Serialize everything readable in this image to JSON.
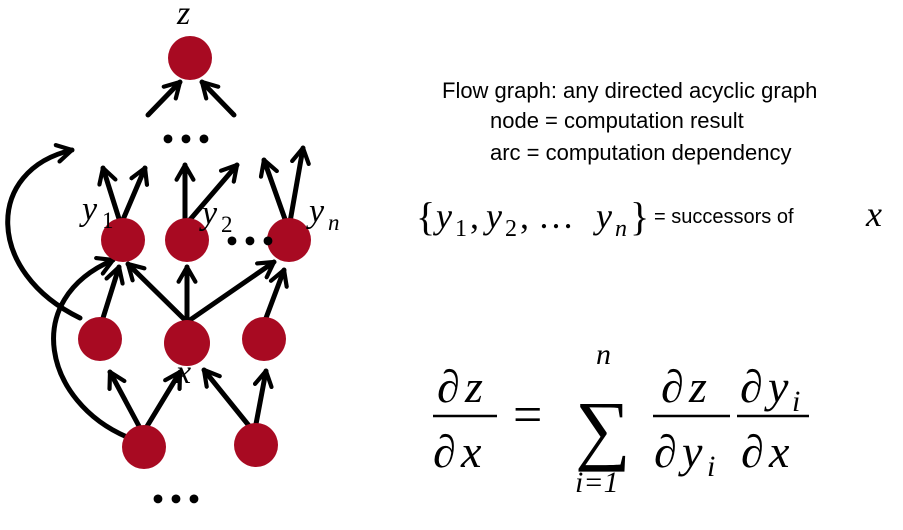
{
  "description": {
    "line1": "Flow graph: any directed acyclic graph",
    "line2": "node = computation result",
    "line3": "arc = computation dependency"
  },
  "successors": {
    "set_open": "{",
    "y1": "y",
    "y2": "y",
    "yn": "y",
    "sub1": "1",
    "sub2": "2",
    "subn": "n",
    "comma": ",",
    "ellipsis": "…",
    "set_close": "}",
    "text": "= successors of",
    "x": "x"
  },
  "formula": {
    "d": "∂",
    "z": "z",
    "x": "x",
    "y": "y",
    "i": "i",
    "equals": "=",
    "sum": "∑",
    "upper": "n",
    "lower": "i=1"
  },
  "graph_labels": {
    "top": "z",
    "y1": "y",
    "y1_sub": "1",
    "y2": "y",
    "y2_sub": "2",
    "yn": "y",
    "yn_sub": "n",
    "x": "x",
    "ellipsis": "•••"
  },
  "colors": {
    "node": "#a80a22",
    "edge": "#000000"
  }
}
